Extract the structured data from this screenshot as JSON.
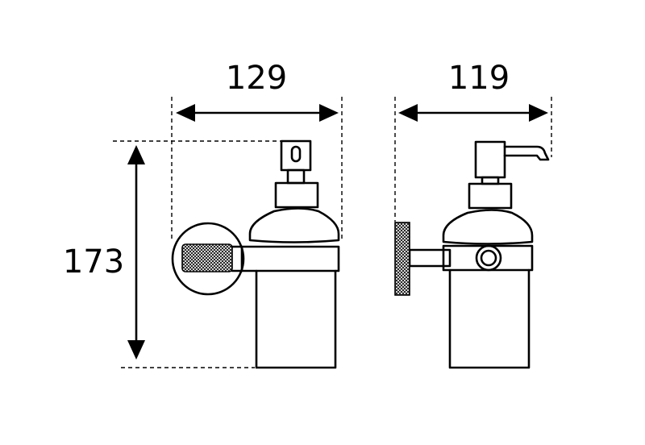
{
  "dimensions": {
    "width_front": "129",
    "width_side": "119",
    "height": "173"
  },
  "colors": {
    "line": "#000000",
    "background": "#ffffff"
  }
}
